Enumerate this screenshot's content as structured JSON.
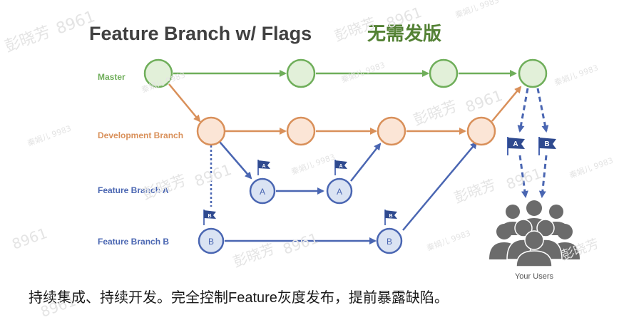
{
  "title": "Feature Branch w/ Flags",
  "title_badge": "无需发版",
  "lanes": {
    "master": "Master",
    "development": "Development Branch",
    "feature_a": "Feature Branch A",
    "feature_b": "Feature Branch B"
  },
  "node_labels": {
    "a": "A",
    "b": "B"
  },
  "users_label": "Your Users",
  "caption": "持续集成、持续开发。完全控制Feature灰度发布，提前暴露缺陷。",
  "watermark": {
    "name": "彭晓芳",
    "code": "8961",
    "handle": "秦娟儿 9983"
  },
  "colors": {
    "master": "#6fae5a",
    "master_fill": "#e2f0d9",
    "development": "#d9905a",
    "development_fill": "#fbe5d6",
    "feature": "#4a66b2",
    "feature_fill": "#dae3f3",
    "users": "#6b6b6b",
    "title": "#404040",
    "badge": "#548235"
  }
}
